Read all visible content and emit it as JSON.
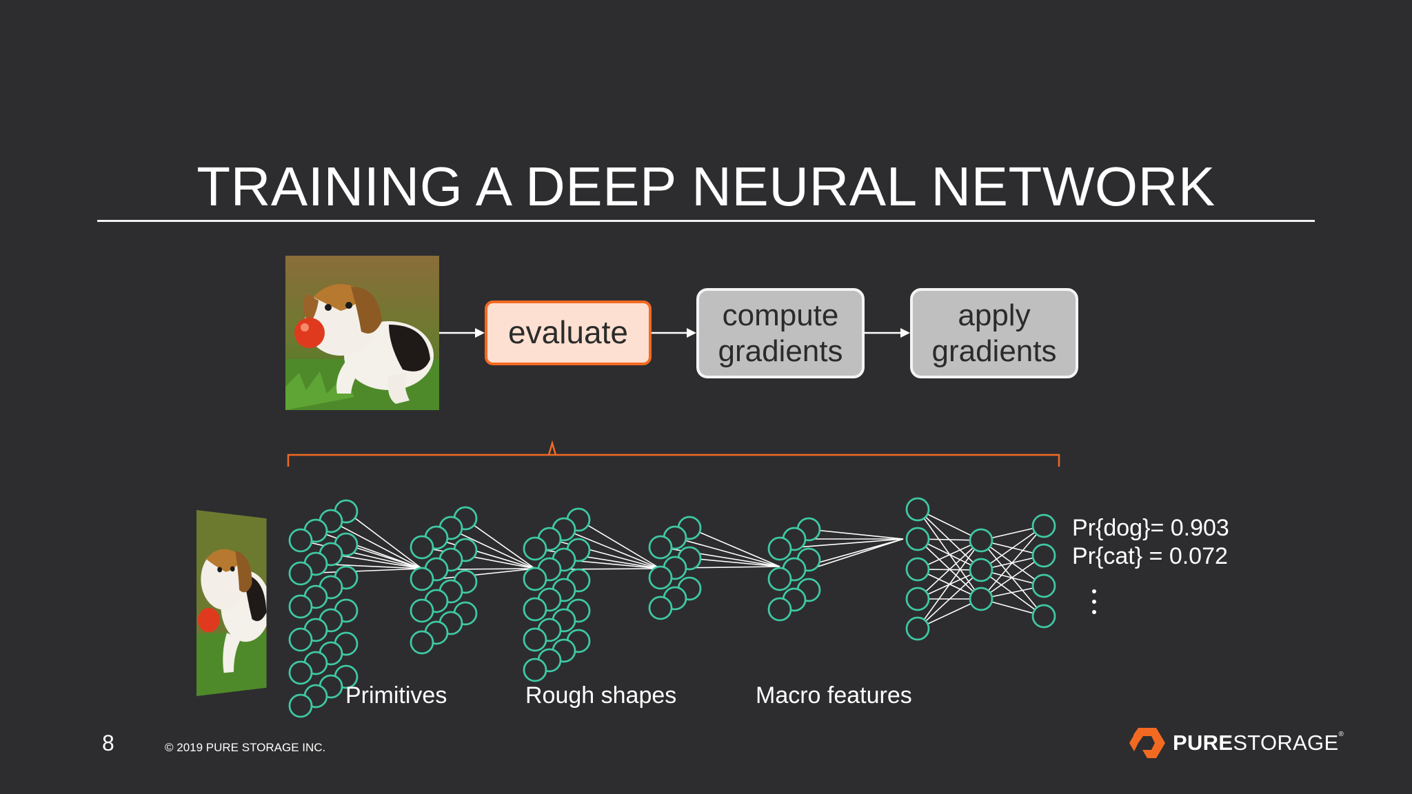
{
  "slide": {
    "title": "TRAINING A DEEP NEURAL NETWORK",
    "page_number": "8",
    "copyright": "© 2019 PURE STORAGE INC."
  },
  "pipeline": {
    "evaluate": "evaluate",
    "compute_line1": "compute",
    "compute_line2": "gradients",
    "apply_line1": "apply",
    "apply_line2": "gradients"
  },
  "network": {
    "stage_labels": [
      "Primitives",
      "Rough shapes",
      "Macro features"
    ],
    "outputs": [
      "Pr{dog}= 0.903",
      "Pr{cat} = 0.072"
    ]
  },
  "logo": {
    "bold": "PURE",
    "regular": "STORAGE",
    "mark": "®"
  },
  "colors": {
    "background": "#2d2d2f",
    "accent_orange": "#f26a22",
    "evaluate_fill": "#fde0d1",
    "gradients_fill": "#bfbfbf",
    "neuron_stroke": "#3fc9a4"
  },
  "icons": [
    "beagle-photo",
    "neuron-circle",
    "pure-storage-logo-icon"
  ]
}
